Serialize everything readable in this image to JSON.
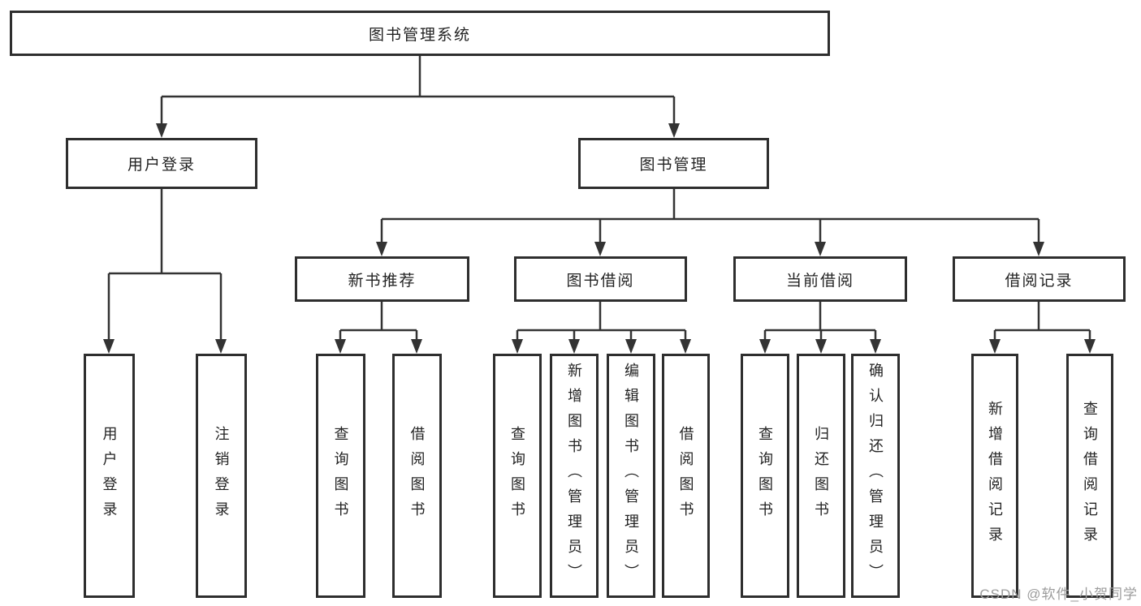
{
  "tree": {
    "label": "图书管理系统",
    "children": [
      {
        "label": "用户登录",
        "children": [
          {
            "label": "用户登录"
          },
          {
            "label": "注销登录"
          }
        ]
      },
      {
        "label": "图书管理",
        "children": [
          {
            "label": "新书推荐",
            "children": [
              {
                "label": "查询图书"
              },
              {
                "label": "借阅图书"
              }
            ]
          },
          {
            "label": "图书借阅",
            "children": [
              {
                "label": "查询图书"
              },
              {
                "label": "新增图书（管理员）"
              },
              {
                "label": "编辑图书（管理员）"
              },
              {
                "label": "借阅图书"
              }
            ]
          },
          {
            "label": "当前借阅",
            "children": [
              {
                "label": "查询图书"
              },
              {
                "label": "归还图书"
              },
              {
                "label": "确认归还（管理员）"
              }
            ]
          },
          {
            "label": "借阅记录",
            "children": [
              {
                "label": "新增借阅记录"
              },
              {
                "label": "查询借阅记录"
              }
            ]
          }
        ]
      }
    ]
  },
  "colors": {
    "line": "#333333",
    "box_border": "#2e2e2e",
    "text": "#232323",
    "watermark": "#9c9c9c",
    "background": "#ffffff"
  },
  "watermark": {
    "text": "CSDN @软件_小贺同学"
  }
}
